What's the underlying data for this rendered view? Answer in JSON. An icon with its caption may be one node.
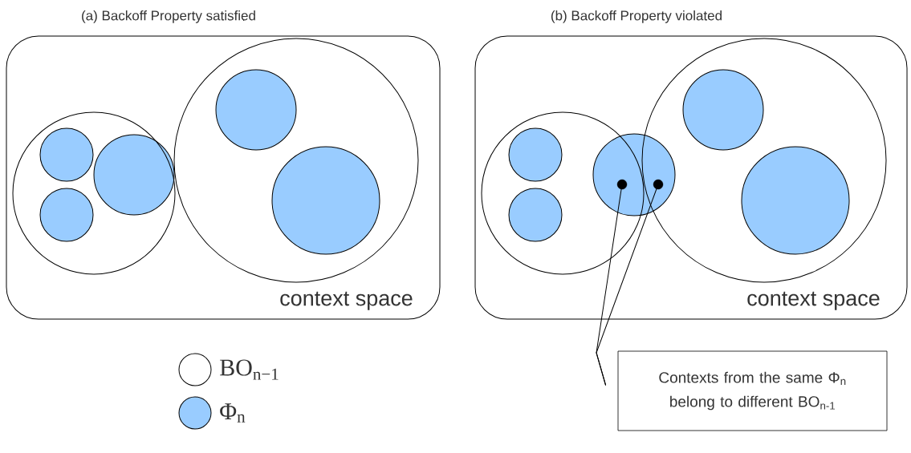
{
  "diagram": {
    "nodes": [
      {
        "text": [
          "(a) Backoff Property satisfied",
          "context space"
        ]
      },
      {
        "text": [],
        "shape": "circle",
        "in": 0
      },
      {
        "text": [],
        "shape": "circle",
        "in": 1
      },
      {
        "text": [],
        "shape": "circle",
        "in": 1
      },
      {
        "text": [],
        "shape": "circle",
        "in": 1
      },
      {
        "text": [],
        "shape": "circle",
        "in": 0
      },
      {
        "text": [],
        "shape": "circle",
        "in": 5
      },
      {
        "text": [],
        "shape": "circle",
        "in": 5
      },
      {
        "text": [
          "(b) Backoff Property violated",
          "context space"
        ]
      },
      {
        "text": [],
        "shape": "circle",
        "in": 8
      },
      {
        "text": [],
        "shape": "circle",
        "in": 9
      },
      {
        "text": [],
        "shape": "circle",
        "in": 9
      },
      {
        "text": [],
        "shape": "circle",
        "in": 8
      },
      {
        "text": [],
        "shape": "circle",
        "in": 8
      },
      {
        "text": [],
        "shape": "circle",
        "in": 13
      },
      {
        "text": [],
        "shape": "circle",
        "in": 13
      },
      {
        "text": [],
        "shape": "circle"
      },
      {
        "text": [],
        "shape": "circle"
      },
      {
        "text": [
          "Contexts from the same Φ$_{n}$ belong to different BO$_{n-1}$"
        ]
      }
    ],
    "edges": [
      {
        "from": 18,
        "to": 16,
        "arrow": "none"
      },
      {
        "from": 18,
        "to": 17,
        "arrow": "none"
      }
    ],
    "legend": [
      {
        "text": "BO$_{n−1}$"
      },
      {
        "text": "Φ$_{n}$",
        "color": "#99ccff"
      }
    ]
  }
}
